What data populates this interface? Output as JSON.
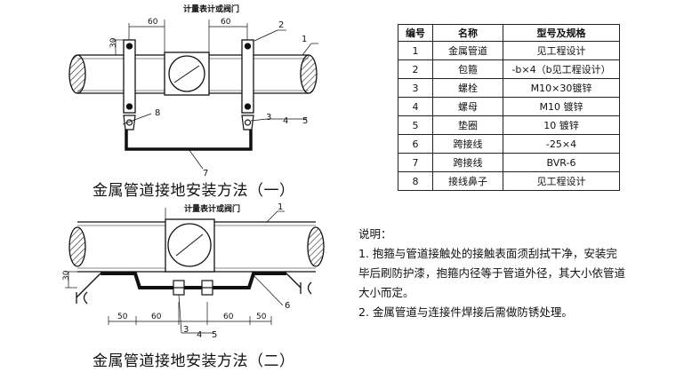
{
  "figure1": {
    "caption": "金属管道接地安装方法（一）",
    "meter_label": "计量表计或阀门",
    "dim_30": "30",
    "dim_60_left": "60",
    "dim_60_right": "60",
    "callouts": [
      "1",
      "2",
      "3",
      "4",
      "5",
      "7",
      "8"
    ]
  },
  "figure2": {
    "caption": "金属管道接地安装方法（二）",
    "meter_label": "计量表计或阀门",
    "dim_30": "30",
    "dims": [
      "50",
      "60",
      "60",
      "50"
    ],
    "callouts": [
      "1",
      "3",
      "4",
      "5",
      "6"
    ]
  },
  "table": {
    "headers": [
      "编号",
      "名称",
      "型号及规格"
    ],
    "rows": [
      [
        "1",
        "金属管道",
        "见工程设计"
      ],
      [
        "2",
        "包箍",
        "-b×4（b见工程设计）"
      ],
      [
        "3",
        "螺栓",
        "M10×30镀锌"
      ],
      [
        "4",
        "螺母",
        "M10 镀锌"
      ],
      [
        "5",
        "垫圈",
        "10  镀锌"
      ],
      [
        "6",
        "跨接线",
        "-25×4"
      ],
      [
        "7",
        "跨接线",
        "BVR-6"
      ],
      [
        "8",
        "接线鼻子",
        "见工程设计"
      ]
    ]
  },
  "notes": {
    "title": "说明：",
    "line1": "1. 抱箍与管道接触处的接触表面须刮拭干净，安装完",
    "line2": "毕后刷防护漆，抱箍内径等于管道外径，其大小依管道",
    "line3": "大小而定。",
    "line4": "2. 金属管道与连接件焊接后需做防锈处理。"
  }
}
